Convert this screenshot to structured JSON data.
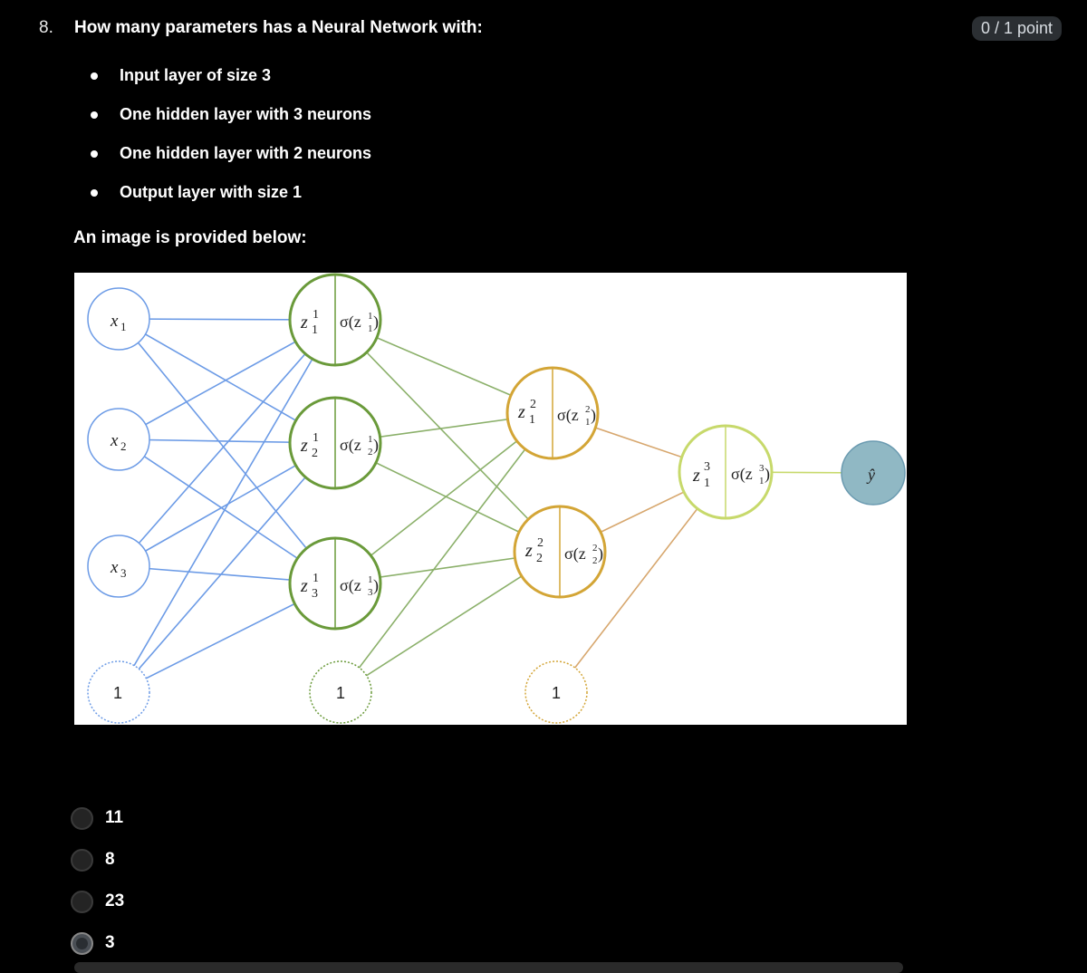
{
  "question": {
    "number": "8.",
    "title": "How many parameters has a Neural Network with:",
    "points": "0 / 1 point",
    "bullets": [
      "Input layer of size 3",
      "One hidden layer with 3 neurons",
      "One hidden layer with 2 neurons",
      "Output layer with size 1"
    ],
    "intro": "An image is provided below:"
  },
  "diagram": {
    "colors": {
      "input": "#6c9be6",
      "hidden1": "#6a9a3a",
      "hidden1_edge": "#8bb06a",
      "hidden2": "#d3a536",
      "hidden2_edge": "#d7a76e",
      "output": "#c7d96b",
      "yhat_fill": "#90b8c4",
      "yhat_stroke": "#6a9ab0"
    },
    "input_labels": [
      "x",
      "x",
      "x"
    ],
    "input_subs": [
      "1",
      "2",
      "3"
    ],
    "bias_label": "1",
    "hidden1": [
      {
        "z": "z",
        "sup": "1",
        "sub": "1",
        "sig": "σ(z",
        "sig_sup": "1",
        "sig_sub": "1",
        "close": ")"
      },
      {
        "z": "z",
        "sup": "1",
        "sub": "2",
        "sig": "σ(z",
        "sig_sup": "1",
        "sig_sub": "2",
        "close": ")"
      },
      {
        "z": "z",
        "sup": "1",
        "sub": "3",
        "sig": "σ(z",
        "sig_sup": "1",
        "sig_sub": "3",
        "close": ")"
      }
    ],
    "hidden2": [
      {
        "z": "z",
        "sup": "2",
        "sub": "1",
        "sig": "σ(z",
        "sig_sup": "2",
        "sig_sub": "1",
        "close": ")"
      },
      {
        "z": "z",
        "sup": "2",
        "sub": "2",
        "sig": "σ(z",
        "sig_sup": "2",
        "sig_sub": "2",
        "close": ")"
      }
    ],
    "output": {
      "z": "z",
      "sup": "3",
      "sub": "1",
      "sig": "σ(z",
      "sig_sup": "3",
      "sig_sub": "1",
      "close": ")"
    },
    "yhat": "ŷ"
  },
  "options": [
    {
      "label": "11",
      "selected": false
    },
    {
      "label": "8",
      "selected": false
    },
    {
      "label": "23",
      "selected": false
    },
    {
      "label": "3",
      "selected": true
    }
  ]
}
